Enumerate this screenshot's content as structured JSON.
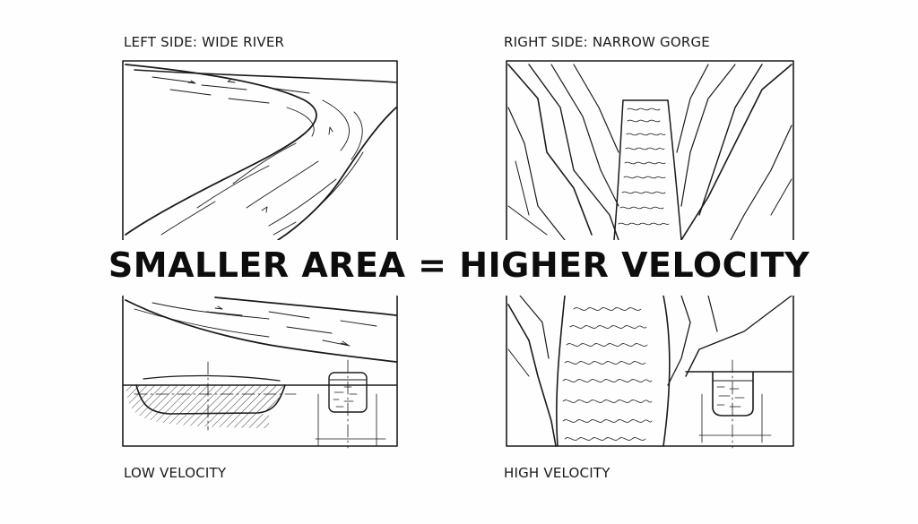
{
  "labels": {
    "left_title": "LEFT SIDE: WIDE RIVER",
    "right_title": "RIGHT SIDE: NARROW GORGE",
    "left_caption": "LOW VELOCITY",
    "right_caption": "HIGH VELOCITY"
  },
  "headline": "SMALLER AREA = HIGHER VELOCITY",
  "colors": {
    "ink": "#1a1a1a",
    "background": "#fefefe"
  }
}
